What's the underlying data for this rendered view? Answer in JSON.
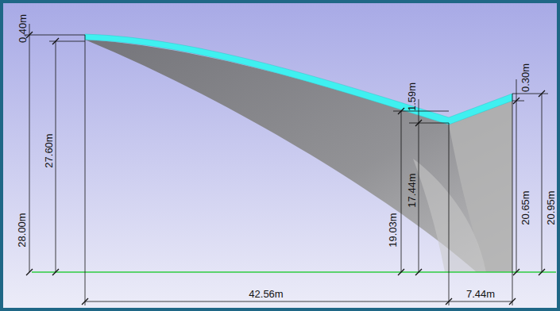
{
  "diagram": {
    "labels": [
      "0.40m",
      "28.00m",
      "27.60m",
      "1.59m",
      "19.03m",
      "17.44m",
      "0.30m",
      "20.65m",
      "20.95m",
      "42.56m",
      "7.44m"
    ]
  }
}
